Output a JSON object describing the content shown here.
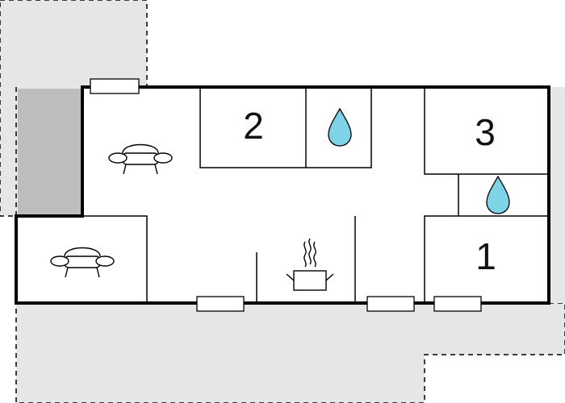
{
  "rooms": {
    "bedroom_top_left": {
      "number": "2"
    },
    "bedroom_top_right": {
      "number": "3"
    },
    "bedroom_bottom_right": {
      "number": "1"
    }
  },
  "icons": {
    "sofa": "sofa-icon",
    "water": "water-drop-icon",
    "kitchen": "cooking-pot-icon",
    "window": "window-icon"
  },
  "colors": {
    "outside_area": "#e6e6e6",
    "wall": "#000000",
    "water": "#7fd3e6",
    "shade": "#bdbdbd"
  }
}
